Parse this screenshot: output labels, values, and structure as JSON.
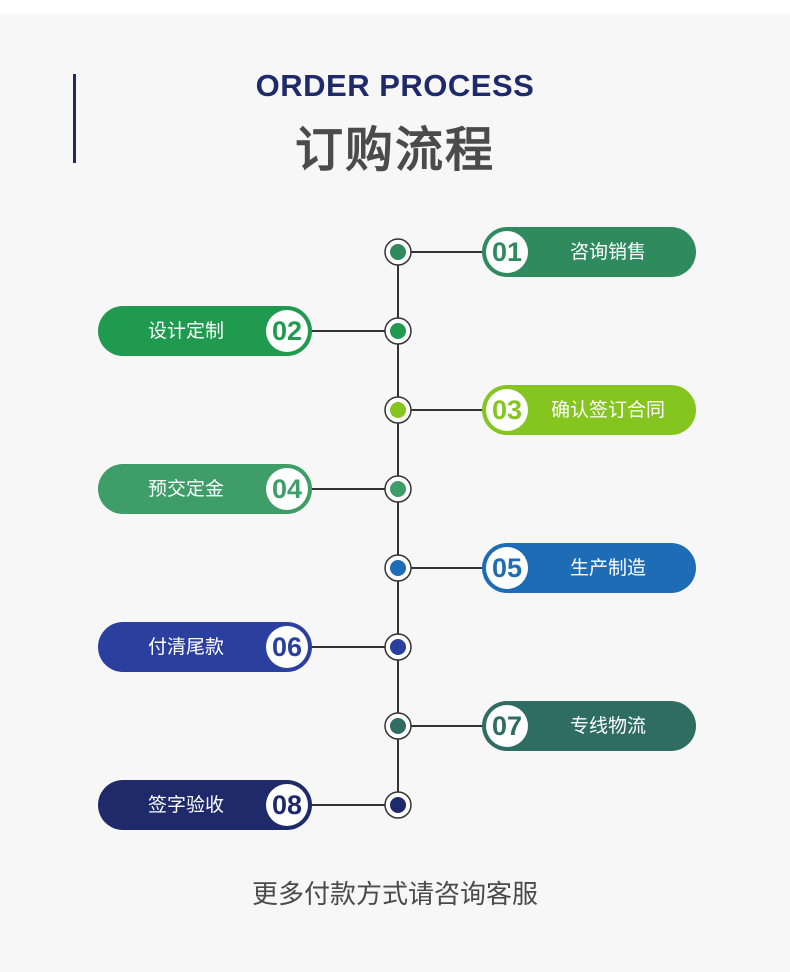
{
  "header": {
    "title_en": "ORDER PROCESS",
    "title_cn": "订购流程"
  },
  "steps": [
    {
      "num": "01",
      "label": "咨询销售",
      "side": "right",
      "color": "#2f8a5e"
    },
    {
      "num": "02",
      "label": "设计定制",
      "side": "left",
      "color": "#1f9a4f"
    },
    {
      "num": "03",
      "label": "确认签订合同",
      "side": "right",
      "color": "#84c51f"
    },
    {
      "num": "04",
      "label": "预交定金",
      "side": "left",
      "color": "#3f9d68"
    },
    {
      "num": "05",
      "label": "生产制造",
      "side": "right",
      "color": "#1e6cb5"
    },
    {
      "num": "06",
      "label": "付清尾款",
      "side": "left",
      "color": "#2a3f9e"
    },
    {
      "num": "07",
      "label": "专线物流",
      "side": "right",
      "color": "#2f6c62"
    },
    {
      "num": "08",
      "label": "签字验收",
      "side": "left",
      "color": "#1f2a6b"
    }
  ],
  "footer": {
    "text": "更多付款方式请咨询客服"
  }
}
